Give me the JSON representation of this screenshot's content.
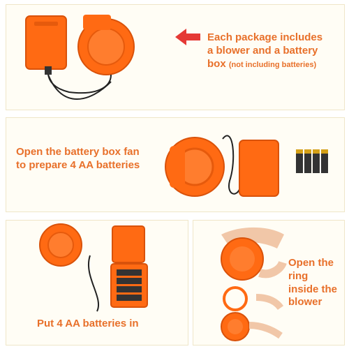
{
  "panels": {
    "top": {
      "caption_lines": [
        "Each package includes",
        "a blower and a battery",
        "box"
      ],
      "caption_note": "(not including batteries)"
    },
    "middle": {
      "caption_lines": [
        "Open the battery box fan",
        "to prepare 4 AA batteries"
      ]
    },
    "bottom_left": {
      "caption_lines": [
        "Put 4 AA batteries in"
      ]
    },
    "bottom_right": {
      "caption_lines": [
        "Open the",
        "ring",
        "inside the",
        "blower"
      ]
    }
  },
  "colors": {
    "accent_text": "#e8702a",
    "arrow": "#e53935",
    "product_orange": "#ff6a13"
  },
  "icons": [
    "red-left-arrow-icon",
    "blower-fan-icon",
    "battery-box-icon",
    "aa-batteries-icon"
  ]
}
